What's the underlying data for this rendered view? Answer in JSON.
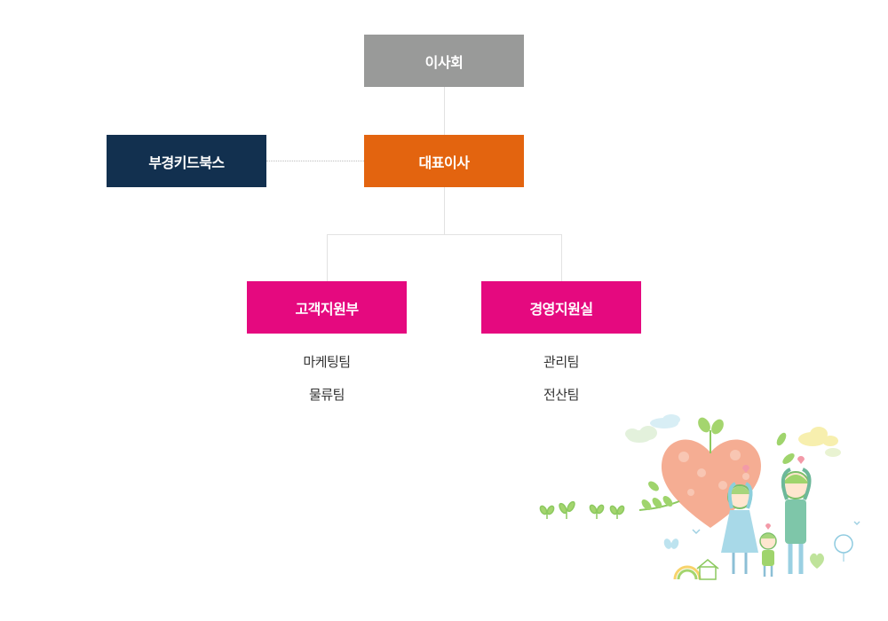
{
  "org": {
    "board": "이사회",
    "ceo": "대표이사",
    "affiliate": "부경키드북스",
    "departments": [
      {
        "name": "고객지원부",
        "teams": [
          "마케팅팀",
          "물류팀"
        ]
      },
      {
        "name": "경영지원실",
        "teams": [
          "관리팀",
          "전산팀"
        ]
      }
    ]
  },
  "colors": {
    "board": "#999a99",
    "ceo": "#e3640f",
    "affiliate": "#12304f",
    "department": "#e5097f",
    "connector": "#e2e2e2"
  },
  "icons": [
    "family-heart-illustration"
  ]
}
